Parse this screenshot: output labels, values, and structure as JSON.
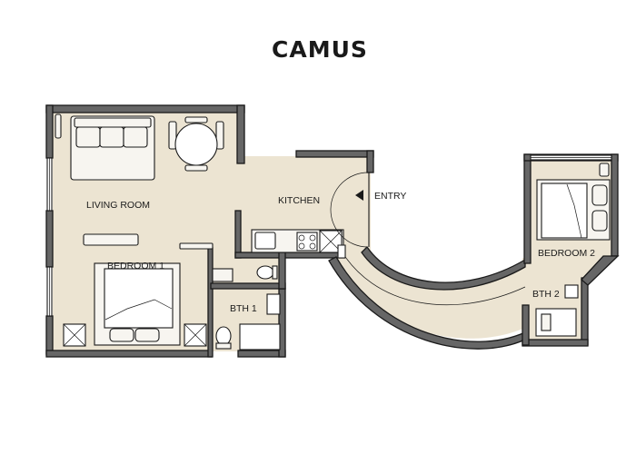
{
  "title": "CAMUS",
  "rooms": {
    "living_room": "LIVING ROOM",
    "kitchen": "KITCHEN",
    "entry": "ENTRY",
    "bedroom_1": "BEDROOM 1",
    "bathroom_1": "BTH 1",
    "bedroom_2": "BEDROOM 2",
    "bathroom_2": "BTH 2"
  },
  "icons": {
    "entry_marker": "triangle-left-icon"
  },
  "colors": {
    "floor": "#ece4d2",
    "wall": "#666666",
    "outline": "#1a1a1a",
    "fixture": "#f7f5f0"
  }
}
